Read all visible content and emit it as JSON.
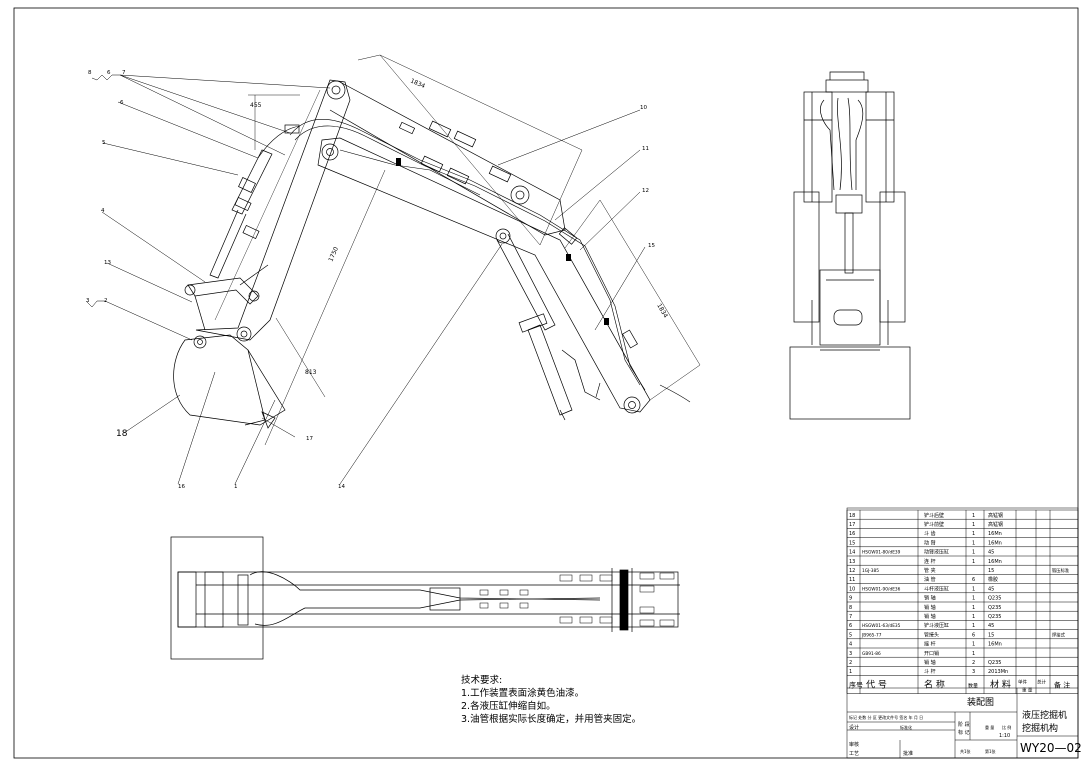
{
  "dimensions": {
    "upper_arm": "1834",
    "arm_height": "455",
    "boom": "1750",
    "bucket_offset": "813",
    "stick_lower": "1834"
  },
  "callouts": {
    "c8": "8",
    "c6": "6",
    "c7": "7",
    "c5": "5",
    "c4": "4",
    "c13": "13",
    "c3": "3",
    "c2": "2",
    "c10": "10",
    "c11": "11",
    "c12": "12",
    "c15": "15",
    "c18": "18",
    "c17": "17",
    "c16": "16",
    "c1": "1",
    "c14": "14"
  },
  "notes": {
    "title": "技术要求:",
    "items": [
      "1.工作装置表面涂黄色油漆。",
      "2.各液压缸伸缩自如。",
      "3.油管根据实际长度确定，并用管夹固定。"
    ]
  },
  "bom": {
    "rows": [
      {
        "no": "18",
        "code": "",
        "name": "铲斗后壁",
        "qty": "1",
        "material": "高锰钢",
        "note": ""
      },
      {
        "no": "17",
        "code": "",
        "name": "铲斗前壁",
        "qty": "1",
        "material": "高锰钢",
        "note": ""
      },
      {
        "no": "16",
        "code": "",
        "name": "斗 齿",
        "qty": "1",
        "material": "16Mn",
        "note": ""
      },
      {
        "no": "15",
        "code": "",
        "name": "动 臂",
        "qty": "1",
        "material": "16Mn",
        "note": ""
      },
      {
        "no": "14",
        "code": "HSGW01-80/dE39",
        "name": "动臂液压缸",
        "qty": "1",
        "material": "45",
        "note": ""
      },
      {
        "no": "13",
        "code": "",
        "name": "连 杆",
        "qty": "1",
        "material": "16Mn",
        "note": ""
      },
      {
        "no": "12",
        "code": "1GJ-385",
        "name": "管 夹",
        "qty": "",
        "material": "15",
        "note": "锻压标准"
      },
      {
        "no": "11",
        "code": "",
        "name": "油 管",
        "qty": "6",
        "material": "橡胶",
        "note": ""
      },
      {
        "no": "10",
        "code": "HSGW01-90/dE36",
        "name": "斗杆液压缸",
        "qty": "1",
        "material": "45",
        "note": ""
      },
      {
        "no": "9",
        "code": "",
        "name": "销 轴",
        "qty": "1",
        "material": "Q235",
        "note": ""
      },
      {
        "no": "8",
        "code": "",
        "name": "销 轴",
        "qty": "1",
        "material": "Q235",
        "note": ""
      },
      {
        "no": "7",
        "code": "",
        "name": "销 轴",
        "qty": "1",
        "material": "Q235",
        "note": ""
      },
      {
        "no": "6",
        "code": "HSGW01-63/dE35",
        "name": "铲斗液压缸",
        "qty": "1",
        "material": "45",
        "note": ""
      },
      {
        "no": "5",
        "code": "JB965-77",
        "name": "管接头",
        "qty": "6",
        "material": "15",
        "note": "焊接式"
      },
      {
        "no": "4",
        "code": "",
        "name": "摇 杆",
        "qty": "1",
        "material": "16Mn",
        "note": ""
      },
      {
        "no": "3",
        "code": "GB91-86",
        "name": "开口销",
        "qty": "1",
        "material": "",
        "note": ""
      },
      {
        "no": "2",
        "code": "",
        "name": "销 轴",
        "qty": "2",
        "material": "Q235",
        "note": ""
      },
      {
        "no": "1",
        "code": "",
        "name": "斗 杆",
        "qty": "3",
        "material": "2013Mn",
        "note": ""
      }
    ],
    "header": {
      "no": "序号",
      "code": "代 号",
      "name": "名 称",
      "qty": "数量",
      "material": "材 料",
      "unit_weight": "单件",
      "total_weight": "总计",
      "weight": "重 量",
      "note": "备 注"
    },
    "assembly_label": "装配图",
    "title_line1": "液压挖掘机",
    "title_line2": "挖掘机构",
    "drawing_no": "WY20—02",
    "scale": "1:10",
    "sheets_total": "共1张",
    "sheet_no": "第1张",
    "mark_labels": "标记 处数 分 区 更改文件号 签名 年 月 日",
    "designer": "设计",
    "standardize": "标准化",
    "stage_mark": "阶 段",
    "stage_mark2": "标 记",
    "weight_label": "重 量",
    "ratio_label": "比 例",
    "review": "审核",
    "process": "工艺",
    "approve": "批准"
  }
}
